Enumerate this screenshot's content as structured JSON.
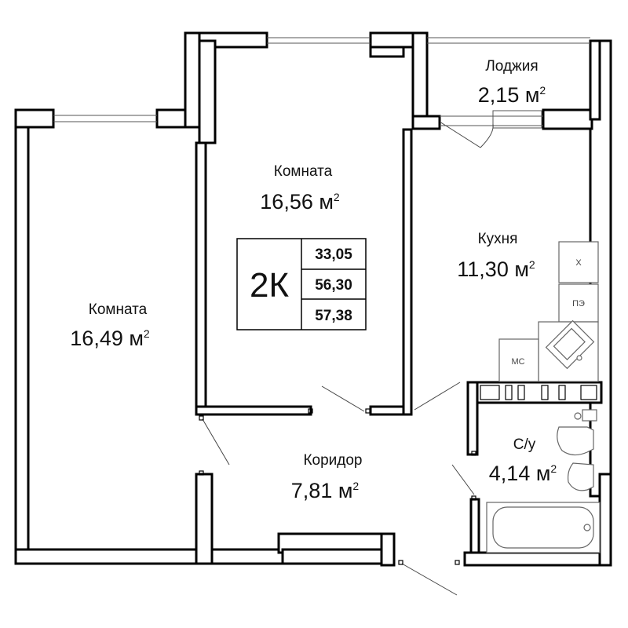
{
  "plan": {
    "rooms": [
      {
        "id": "room-left",
        "name": "Комната",
        "area": "16,49 м",
        "sup": "2"
      },
      {
        "id": "room-center",
        "name": "Комната",
        "area": "16,56 м",
        "sup": "2"
      },
      {
        "id": "loggia",
        "name": "Лоджия",
        "area": "2,15 м",
        "sup": "2"
      },
      {
        "id": "kitchen",
        "name": "Кухня",
        "area": "11,30 м",
        "sup": "2"
      },
      {
        "id": "corridor",
        "name": "Коридор",
        "area": "7,81 м",
        "sup": "2"
      },
      {
        "id": "bathroom",
        "name": "С/у",
        "area": "4,14 м",
        "sup": "2"
      }
    ],
    "summary": {
      "type_label": "2К",
      "living_area": "33,05",
      "total_area": "56,30",
      "total_with_loggia": "57,38"
    },
    "appliances": {
      "fridge": "Х",
      "stove": "ПЭ",
      "microwave": "МС"
    }
  }
}
